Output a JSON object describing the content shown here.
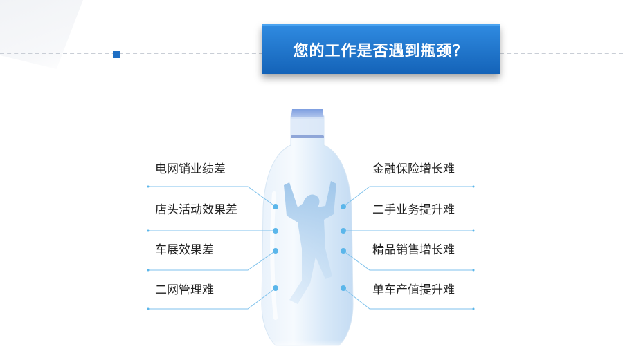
{
  "title": "您的工作是否遇到瓶颈？",
  "left_items": [
    "电网销业绩差",
    "店头活动效果差",
    "车展效果差",
    "二网管理难"
  ],
  "right_items": [
    "金融保险增长难",
    "二手业务提升难",
    "精品销售增长难",
    "单车产值提升难"
  ],
  "colors": {
    "accent": "#1f6fc4",
    "banner_top": "#2f8ae0",
    "banner_bottom": "#1463b8",
    "connector": "#5bb6ea",
    "bottle": "#cfe4f7",
    "cap": "#8fb1e6"
  },
  "icons": [
    "bottle-icon",
    "person-silhouette-icon"
  ]
}
